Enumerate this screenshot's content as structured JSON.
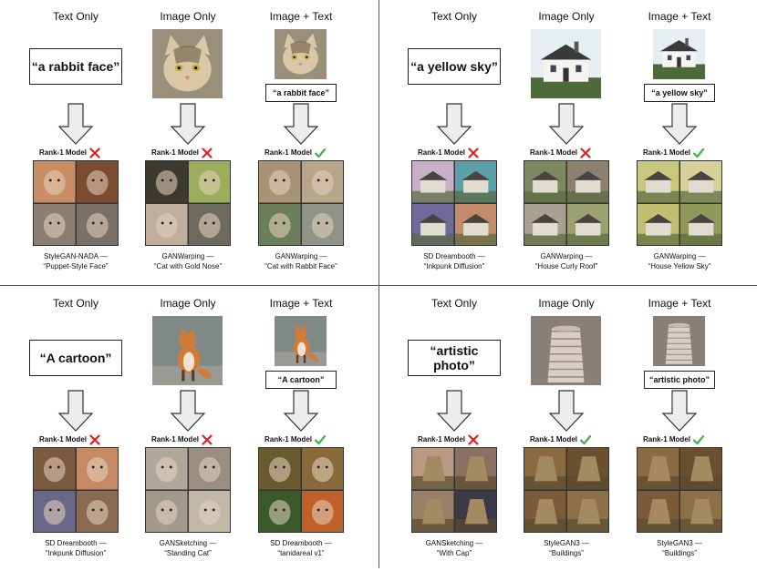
{
  "colors": {
    "check": "#3bb34a",
    "cross": "#e02020"
  },
  "headers": {
    "text_only": "Text Only",
    "image_only": "Image Only",
    "image_text": "Image + Text"
  },
  "rank_label": "Rank-1 Model",
  "quadrants": [
    {
      "prompt_big": "“a rabbit face”",
      "prompt_small": "“a rabbit face”",
      "results": [
        {
          "ok": false,
          "caption1": "StyleGAN-NADA —",
          "caption2": "“Puppet-Style Face”"
        },
        {
          "ok": false,
          "caption1": "GANWarping —",
          "caption2": "“Cat with Gold Nose”"
        },
        {
          "ok": true,
          "caption1": "GANWarping —",
          "caption2": "“Cat with Rabbit Face”"
        }
      ]
    },
    {
      "prompt_big": "“a yellow sky”",
      "prompt_small": "“a yellow sky”",
      "results": [
        {
          "ok": false,
          "caption1": "SD Dreambooth —",
          "caption2": "“Inkpunk Diffusion”"
        },
        {
          "ok": false,
          "caption1": "GANWarping —",
          "caption2": "“House Curly Roof”"
        },
        {
          "ok": true,
          "caption1": "GANWarping —",
          "caption2": "“House Yellow Sky”"
        }
      ]
    },
    {
      "prompt_big": "“A cartoon”",
      "prompt_small": "“A cartoon”",
      "results": [
        {
          "ok": false,
          "caption1": "SD Dreambooth —",
          "caption2": "“Inkpunk Diffusion”"
        },
        {
          "ok": false,
          "caption1": "GANSketching —",
          "caption2": "“Standing Cat”"
        },
        {
          "ok": true,
          "caption1": "SD Dreambooth —",
          "caption2": "“tanidareal v1”"
        }
      ]
    },
    {
      "prompt_big": "“artistic photo”",
      "prompt_small": "“artistic photo”",
      "results": [
        {
          "ok": false,
          "caption1": "GANSketching —",
          "caption2": "“With Cap”"
        },
        {
          "ok": true,
          "caption1": "StyleGAN3 —",
          "caption2": "“Buildings”"
        },
        {
          "ok": true,
          "caption1": "StyleGAN3 —",
          "caption2": "“Buildings”"
        }
      ]
    }
  ]
}
